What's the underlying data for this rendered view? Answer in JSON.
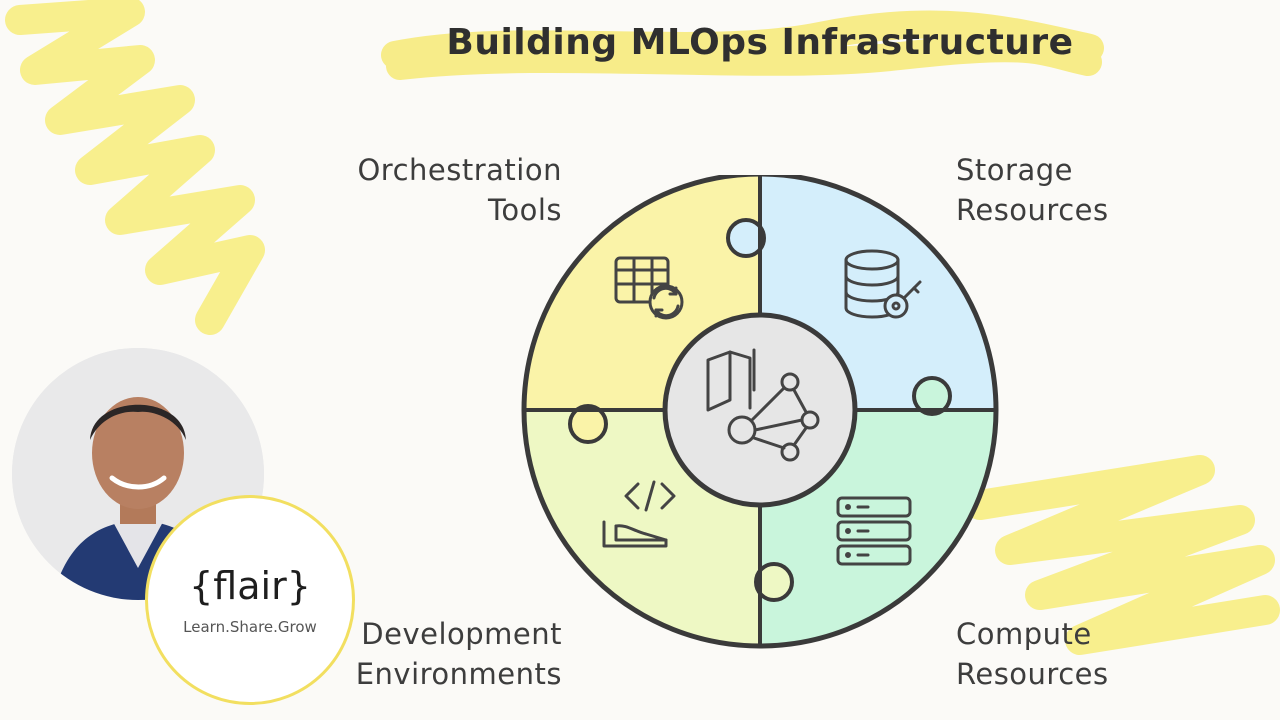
{
  "title": "Building MLOps Infrastructure",
  "segments": [
    {
      "id": "orchestration",
      "lines": [
        "Orchestration",
        "Tools"
      ],
      "color": "#faf3a8",
      "icon": "table-refresh-icon"
    },
    {
      "id": "storage",
      "lines": [
        "Storage",
        "Resources"
      ],
      "color": "#d4eefb",
      "icon": "database-key-icon"
    },
    {
      "id": "compute",
      "lines": [
        "Compute",
        "Resources"
      ],
      "color": "#c9f5dc",
      "icon": "server-stack-icon"
    },
    {
      "id": "development",
      "lines": [
        "Development",
        "Environments"
      ],
      "color": "#eef8c4",
      "icon": "code-laptop-icon"
    }
  ],
  "center": {
    "icon": "book-network-icon",
    "color": "#e6e6e6"
  },
  "brand": {
    "name": "{flair}",
    "tagline": "Learn.Share.Grow"
  },
  "colors": {
    "accent_yellow": "#f7ec7a",
    "outline": "#3a3a3a"
  }
}
